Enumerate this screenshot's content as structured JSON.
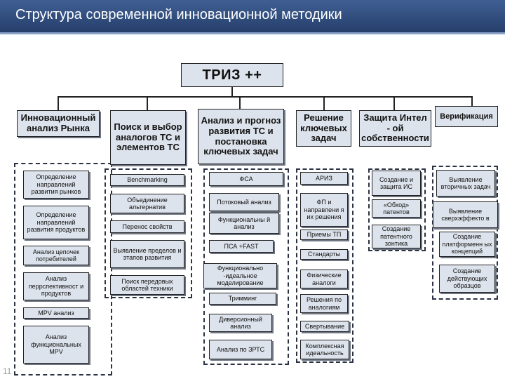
{
  "header": {
    "title": "Структура современной инновационной  методики"
  },
  "root": "ТРИЗ ++",
  "page_number": "11",
  "columns": [
    {
      "title": "Инновационный анализ Рынка",
      "items": [
        "Определение направлений развития рынков",
        "Определение направлений развития продуктов",
        "Анализ цепочек потребителей",
        "Анализ перрспективност и продуктов",
        "MPV анализ",
        "Анализ функциональных MPV"
      ]
    },
    {
      "title": "Поиск и выбор аналогов ТС и элементов ТС",
      "items": [
        "Benchmarking",
        "Объединение альтернатив",
        "Перенос свойств",
        "Выявление пределов и этапов развития",
        "Поиск передовых областей техники"
      ]
    },
    {
      "title": "Анализ и прогноз развития ТС и постановка ключевых задач",
      "items": [
        "ФСА",
        "Потоковый анализ",
        "Функциональны й анализ",
        "ПСА +FAST",
        "Функционально -идеальное моделирование",
        "Тримминг",
        "Диверсионный анализ",
        "Анализ по ЗРТС"
      ]
    },
    {
      "title": "Решение ключевых задач",
      "items": [
        "АРИЗ",
        "ФП и направлени я их решения",
        "Приемы ТП",
        "Стандарты",
        "Физические аналоги",
        "Решения по аналогиям",
        "Свертывание",
        "Комплексная идеальность"
      ]
    },
    {
      "title": "Защита Интел - ой собственности",
      "items": [
        "Создание и защита ИС",
        "«Обход» патентов",
        "Создание патентного зонтика"
      ]
    },
    {
      "title": "Верификация",
      "items": [
        "Выявление вторичных задач",
        "Выявление сверхэффекто в",
        "Создание платформенн ых концепций",
        "Создание действующих образцов"
      ]
    }
  ]
}
